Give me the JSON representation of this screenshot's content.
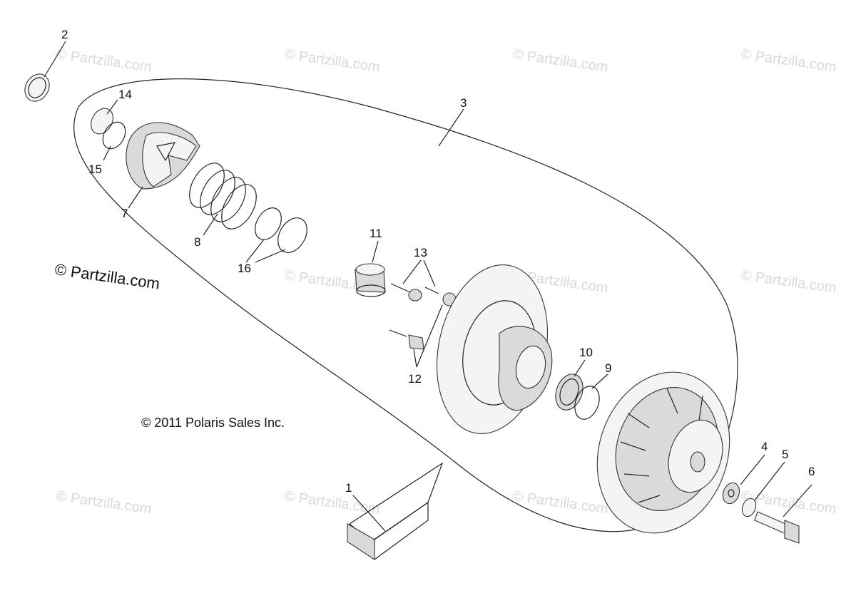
{
  "watermark_text": "© Partzilla.com",
  "brand_text": "© Partzilla.com",
  "copyright_text": "© 2011 Polaris Sales Inc.",
  "callouts": [
    "1",
    "2",
    "3",
    "4",
    "5",
    "6",
    "7",
    "8",
    "9",
    "10",
    "11",
    "12",
    "13",
    "14",
    "15",
    "16"
  ]
}
